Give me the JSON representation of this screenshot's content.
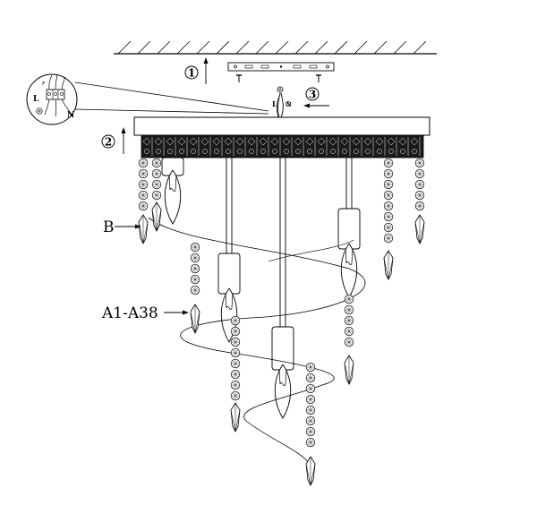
{
  "labels": {
    "b": "B",
    "a": "A1-A38"
  },
  "steps": {
    "one": "1",
    "two": "2",
    "three": "3"
  },
  "wiring": {
    "live": "L",
    "neutral": "N",
    "live_small": "L",
    "neutral_small": "N"
  },
  "colors": {
    "line": "#000000",
    "background": "#ffffff",
    "band": "#1a1a1a"
  }
}
